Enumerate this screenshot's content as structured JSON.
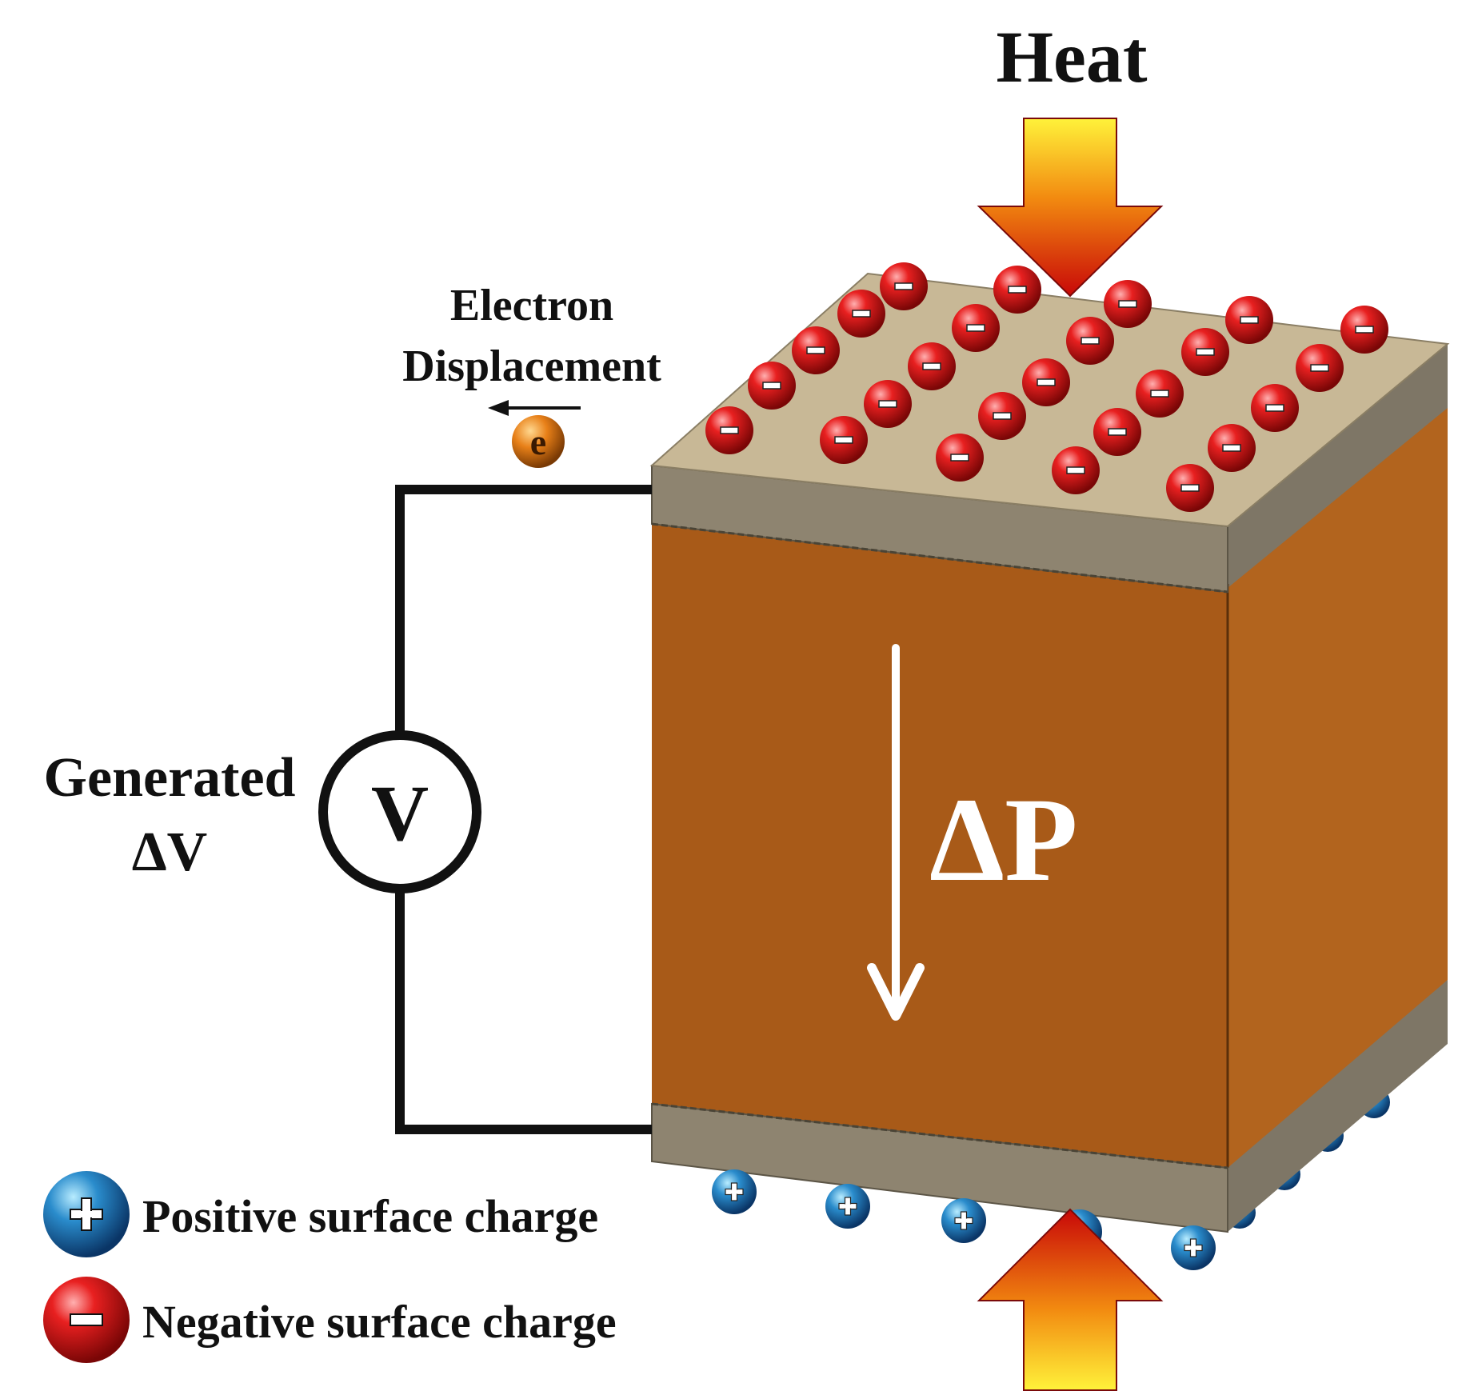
{
  "heat_label": "Heat",
  "electron_label_line1": "Electron",
  "electron_label_line2": "Displacement",
  "electron_symbol": "e",
  "voltmeter_symbol": "V",
  "generated_label_line1": "Generated",
  "generated_label_line2": "ΔV",
  "polarization_label": "ΔP",
  "negative_charge_symbol": "−",
  "positive_charge_symbol": "+",
  "legend": {
    "positive": "Positive surface charge",
    "negative": "Negative surface charge"
  },
  "colors": {
    "pyroelectric_body": "#a85a18",
    "electrode": "#8e8470",
    "electrode_top": "#c8b896",
    "negative_charge": "#d81818",
    "positive_charge": "#1e7fb8",
    "electron": "#e07a10",
    "heat_arrow_hot": "#e81010",
    "heat_arrow_warm": "#ffe020"
  }
}
